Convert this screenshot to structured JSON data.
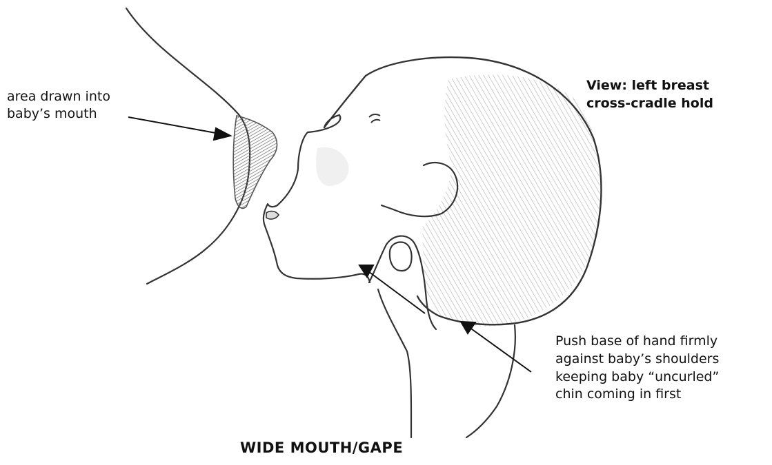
{
  "labels": {
    "area": {
      "lines": [
        "area drawn into",
        "baby’s mouth"
      ]
    },
    "view": {
      "lines": [
        "View:  left breast",
        "cross-cradle hold"
      ]
    },
    "push": {
      "lines": [
        "Push base of hand firmly",
        "against baby’s shoulders",
        "keeping baby “uncurled”",
        "chin coming in first"
      ]
    },
    "title": "WIDE MOUTH/GAPE"
  },
  "colors": {
    "stroke": "#333333",
    "shade": "#8f8f8f",
    "ink": "#111111"
  }
}
